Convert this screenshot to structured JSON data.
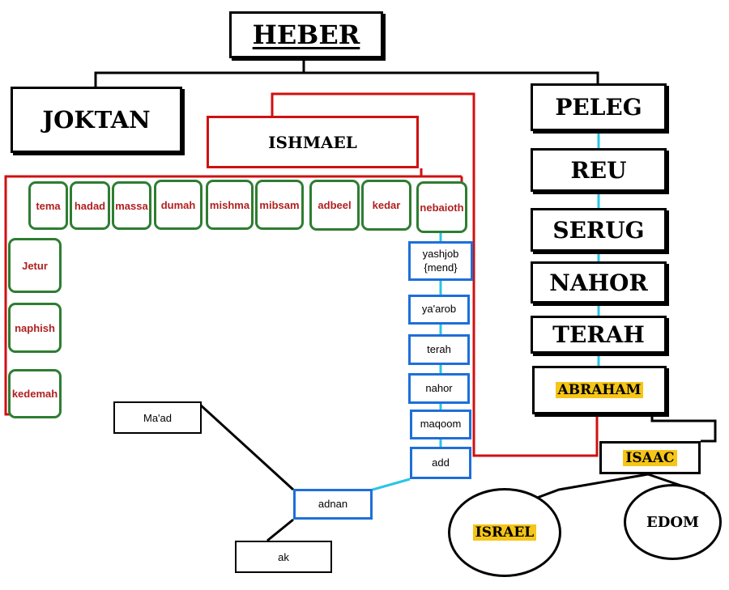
{
  "root": {
    "heber": "HEBER"
  },
  "first_generation": {
    "joktan": "JOKTAN",
    "peleg": "PELEG"
  },
  "ishmael_line": {
    "ishmael": "ISHMAEL",
    "sons_top_row": [
      "tema",
      "hadad",
      "massa",
      "dumah",
      "mishma",
      "mibsam",
      "adbeel",
      "kedar",
      "nebaioth"
    ],
    "sons_left_column": [
      "Jetur",
      "naphish",
      "kedemah"
    ],
    "descendants": {
      "yashjob_line1": "yashjob",
      "yashjob_line2": "{mend}",
      "yaarob": "ya'arob",
      "terah": "terah",
      "nahor": "nahor",
      "maqoom": "maqoom",
      "add": "add",
      "adnan": "adnan",
      "maad": "Ma'ad",
      "ak": "ak"
    }
  },
  "peleg_line": {
    "reu": "REU",
    "serug": "SERUG",
    "nahor": "NAHOR",
    "terah": "TERAH",
    "abraham": "ABRAHAM",
    "isaac": "ISAAC",
    "israel": "ISRAEL",
    "edom": "EDOM"
  },
  "colors": {
    "black_line": "#000000",
    "ishmael_line": "#d01010",
    "son_box_border": "#2e7d32",
    "son_text": "#b02020",
    "descendant_border": "#1e6fd9",
    "descendant_link": "#29c5e6",
    "highlight": "#f5c518"
  }
}
